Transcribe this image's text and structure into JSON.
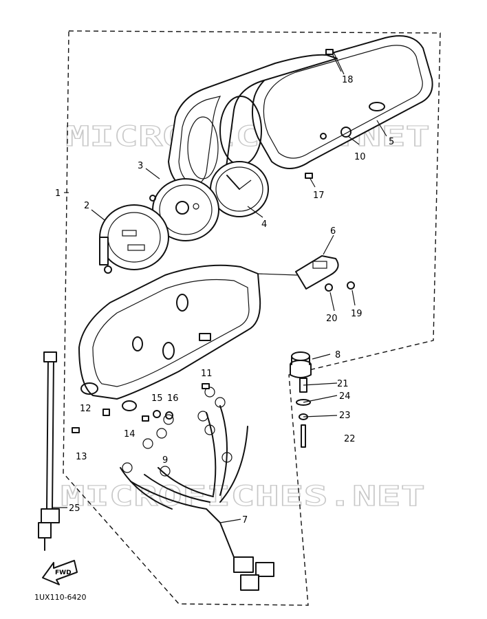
{
  "callouts": [
    {
      "num": "1"
    },
    {
      "num": "2"
    },
    {
      "num": "3"
    },
    {
      "num": "4"
    },
    {
      "num": "5"
    },
    {
      "num": "6"
    },
    {
      "num": "7"
    },
    {
      "num": "8"
    },
    {
      "num": "9"
    },
    {
      "num": "10"
    },
    {
      "num": "11"
    },
    {
      "num": "12"
    },
    {
      "num": "13"
    },
    {
      "num": "14"
    },
    {
      "num": "15"
    },
    {
      "num": "16"
    },
    {
      "num": "17"
    },
    {
      "num": "18"
    },
    {
      "num": "19"
    },
    {
      "num": "20"
    },
    {
      "num": "21"
    },
    {
      "num": "22"
    },
    {
      "num": "23"
    },
    {
      "num": "24"
    },
    {
      "num": "25"
    }
  ],
  "watermark": "MICROFICHES.NET",
  "diagram_code": "1UX110-6420",
  "fwd_label": "FWD"
}
